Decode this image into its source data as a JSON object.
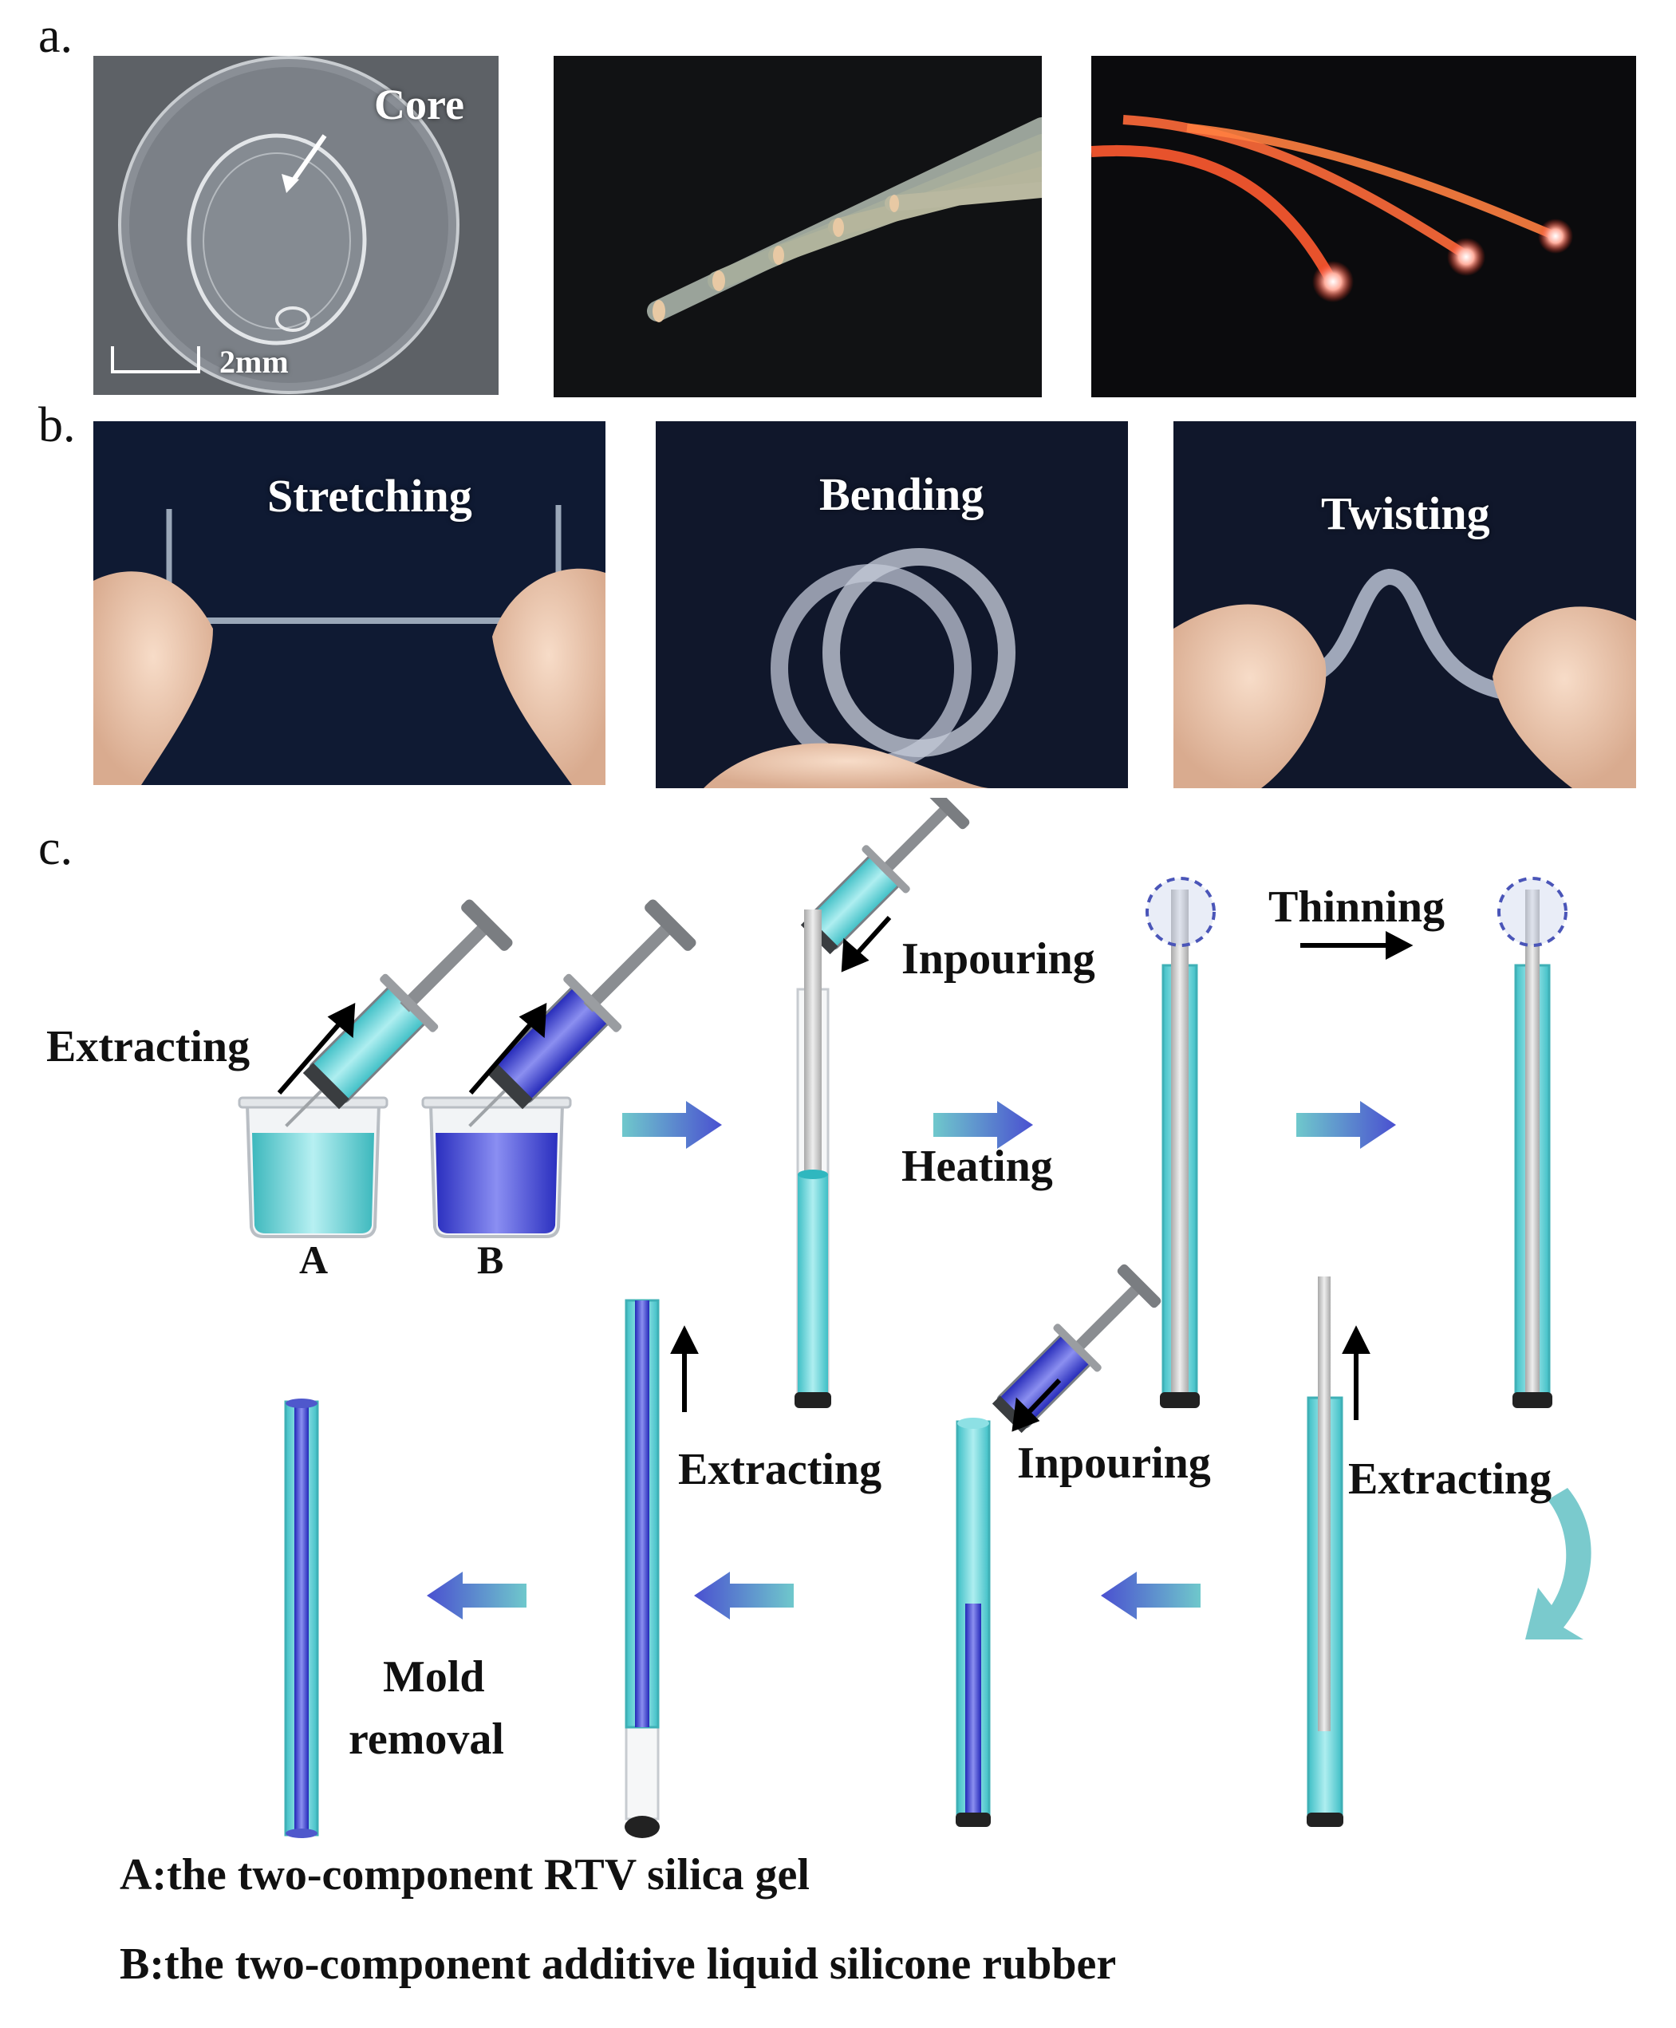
{
  "panel_a": {
    "letter": "a.",
    "core_label": "Core",
    "scale_bar_label": "2mm"
  },
  "panel_b": {
    "letter": "b.",
    "photo_labels": [
      "Stretching",
      "Bending",
      "Twisting"
    ]
  },
  "panel_c": {
    "letter": "c.",
    "beaker_a_label": "A",
    "beaker_b_label": "B",
    "steps": {
      "extracting_1": "Extracting",
      "inpouring_1": "Inpouring",
      "heating": "Heating",
      "thinning": "Thinning",
      "extracting_2": "Extracting",
      "inpouring_2": "Inpouring",
      "extracting_3": "Extracting",
      "mold_removal_line1": "Mold",
      "mold_removal_line2": "removal"
    },
    "legend": {
      "a": "A:the two-component RTV silica gel",
      "b": "B:the two-component additive liquid silicone rubber"
    },
    "colors": {
      "cyan": "#5fd3d8",
      "blue": "#3a3fd0",
      "grey": "#c8c8c8",
      "arrow_blue": "#4b55c8"
    }
  }
}
